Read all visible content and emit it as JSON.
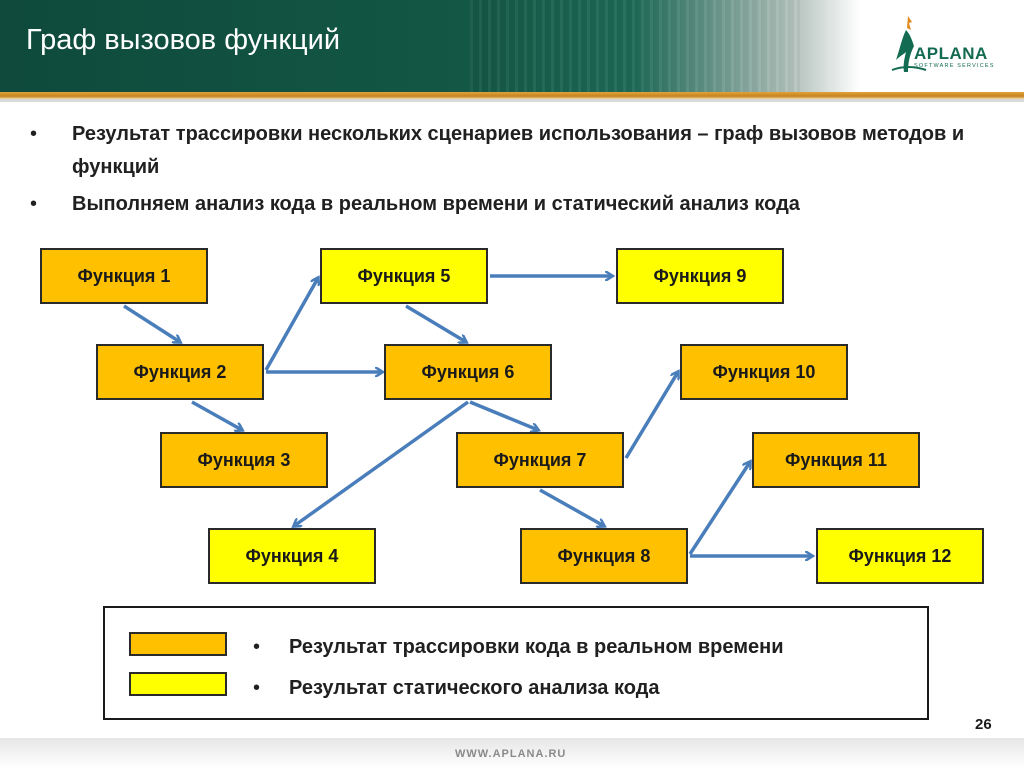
{
  "header": {
    "title": "Граф вызовов функций",
    "logo_name": "APLANA",
    "logo_sub": "SOFTWARE SERVICES"
  },
  "bullets": [
    "Результат трассировки нескольких сценариев использования – граф вызовов методов и функций",
    "Выполняем анализ кода в реальном времени и статический анализ кода"
  ],
  "colors": {
    "realtime": "#ffc000",
    "static": "#ffff00",
    "arrow": "#4a7ebb",
    "header_green": "#135744",
    "header_rule": "#d99a2b"
  },
  "diagram": {
    "nodes": [
      {
        "id": "f1",
        "label": "Функция 1",
        "kind": "realtime"
      },
      {
        "id": "f2",
        "label": "Функция 2",
        "kind": "realtime"
      },
      {
        "id": "f3",
        "label": "Функция 3",
        "kind": "realtime"
      },
      {
        "id": "f4",
        "label": "Функция 4",
        "kind": "static"
      },
      {
        "id": "f5",
        "label": "Функция 5",
        "kind": "static"
      },
      {
        "id": "f6",
        "label": "Функция 6",
        "kind": "realtime"
      },
      {
        "id": "f7",
        "label": "Функция 7",
        "kind": "realtime"
      },
      {
        "id": "f8",
        "label": "Функция 8",
        "kind": "realtime"
      },
      {
        "id": "f9",
        "label": "Функция 9",
        "kind": "static"
      },
      {
        "id": "f10",
        "label": "Функция 10",
        "kind": "realtime"
      },
      {
        "id": "f11",
        "label": "Функция 11",
        "kind": "realtime"
      },
      {
        "id": "f12",
        "label": "Функция 12",
        "kind": "static"
      }
    ],
    "edges": [
      {
        "from": "f1",
        "to": "f2"
      },
      {
        "from": "f2",
        "to": "f3"
      },
      {
        "from": "f2",
        "to": "f5"
      },
      {
        "from": "f2",
        "to": "f6"
      },
      {
        "from": "f5",
        "to": "f9"
      },
      {
        "from": "f5",
        "to": "f6"
      },
      {
        "from": "f6",
        "to": "f4"
      },
      {
        "from": "f6",
        "to": "f7"
      },
      {
        "from": "f7",
        "to": "f10"
      },
      {
        "from": "f7",
        "to": "f8"
      },
      {
        "from": "f8",
        "to": "f11"
      },
      {
        "from": "f8",
        "to": "f12"
      }
    ]
  },
  "legend": {
    "items": [
      {
        "label": "Результат трассировки кода в реальном времени",
        "kind": "realtime"
      },
      {
        "label": "Результат статического анализа кода",
        "kind": "static"
      }
    ]
  },
  "footer": {
    "page_number": "26",
    "url": "WWW.APLANA.RU"
  }
}
